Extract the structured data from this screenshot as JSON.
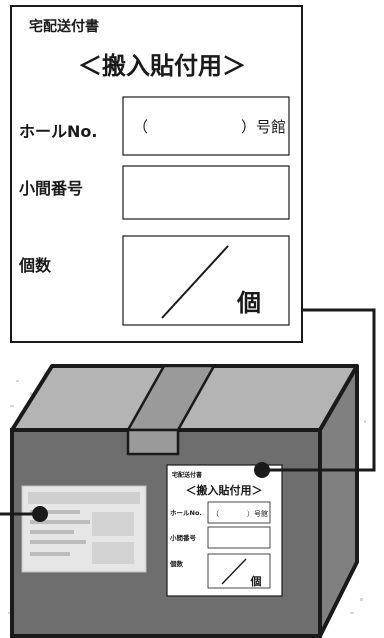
{
  "form_large": {
    "title": "宅配送付書",
    "subtitle": "＜搬入貼付用＞",
    "hall_label": "ホールNo.",
    "hall_open_paren": "（",
    "hall_suffix": "）号館",
    "booth_label": "小間番号",
    "count_label": "個数",
    "count_unit": "個"
  },
  "form_small": {
    "title": "宅配送付書",
    "subtitle": "＜搬入貼付用＞",
    "hall_label": "ホールNo.",
    "hall_open_paren": "（",
    "hall_suffix": "）号館",
    "booth_label": "小間番号",
    "count_label": "個数",
    "count_unit": "個"
  },
  "colors": {
    "box_front": "#6e6e6e",
    "box_side": "#808080",
    "box_top": "#b4b4b4",
    "tape": "#9a9a9a",
    "outline": "#1a1a1a",
    "connector": "#1a1a1a"
  }
}
